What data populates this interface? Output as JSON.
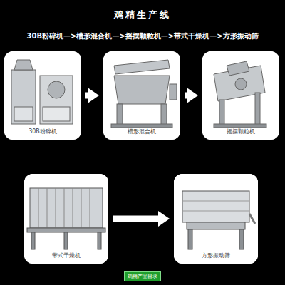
{
  "diagram": {
    "title": "鸡精生产线",
    "nodes": [
      {
        "text": [
          "30B粉碎机"
        ]
      },
      {
        "text": [
          "槽形混合机"
        ]
      },
      {
        "text": [
          "摇摆颗粒机"
        ]
      },
      {
        "text": [
          "带式干燥机"
        ]
      },
      {
        "text": [
          "方形振动筛"
        ]
      },
      {
        "text": [
          "鸡精产品目录"
        ]
      }
    ],
    "edges": [
      {
        "from": 0,
        "to": 1,
        "arrow": "to"
      },
      {
        "from": 1,
        "to": 2,
        "arrow": "to"
      },
      {
        "from": 3,
        "to": 4,
        "arrow": "to"
      }
    ],
    "labels": [
      "30B粉碎机—>槽形混合机—>摇摆颗粒机—>带式干燥机—>方形振动筛"
    ]
  }
}
